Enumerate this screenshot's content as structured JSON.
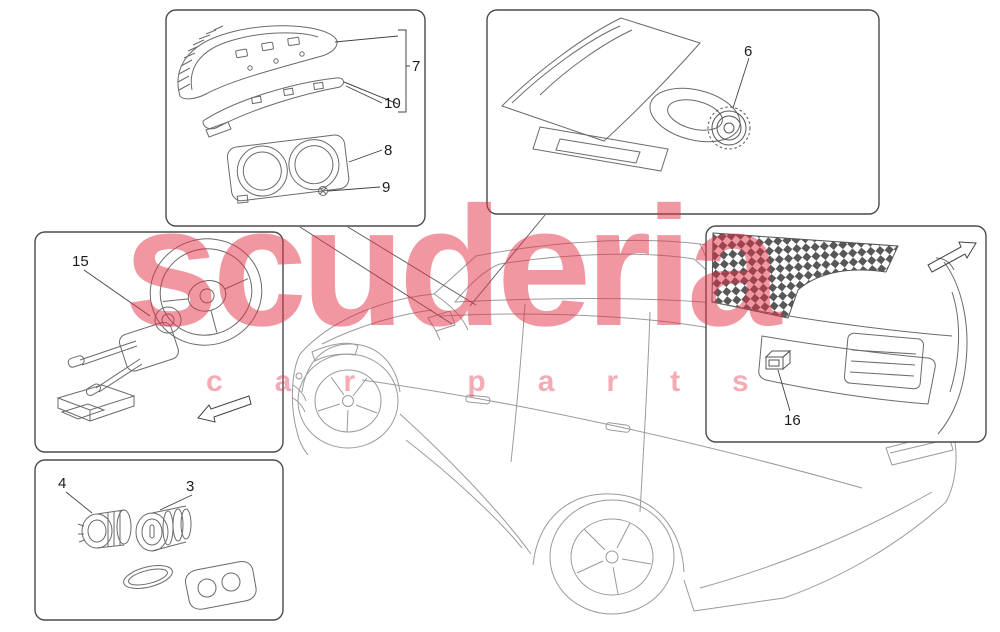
{
  "watermark": {
    "title": "scuderia",
    "subtitle": "car parts",
    "color": "#e23148"
  },
  "callouts": [
    {
      "label": "7"
    },
    {
      "label": "10"
    },
    {
      "label": "8"
    },
    {
      "label": "9"
    },
    {
      "label": "6"
    },
    {
      "label": "15"
    },
    {
      "label": "4"
    },
    {
      "label": "3"
    },
    {
      "label": "16"
    }
  ]
}
